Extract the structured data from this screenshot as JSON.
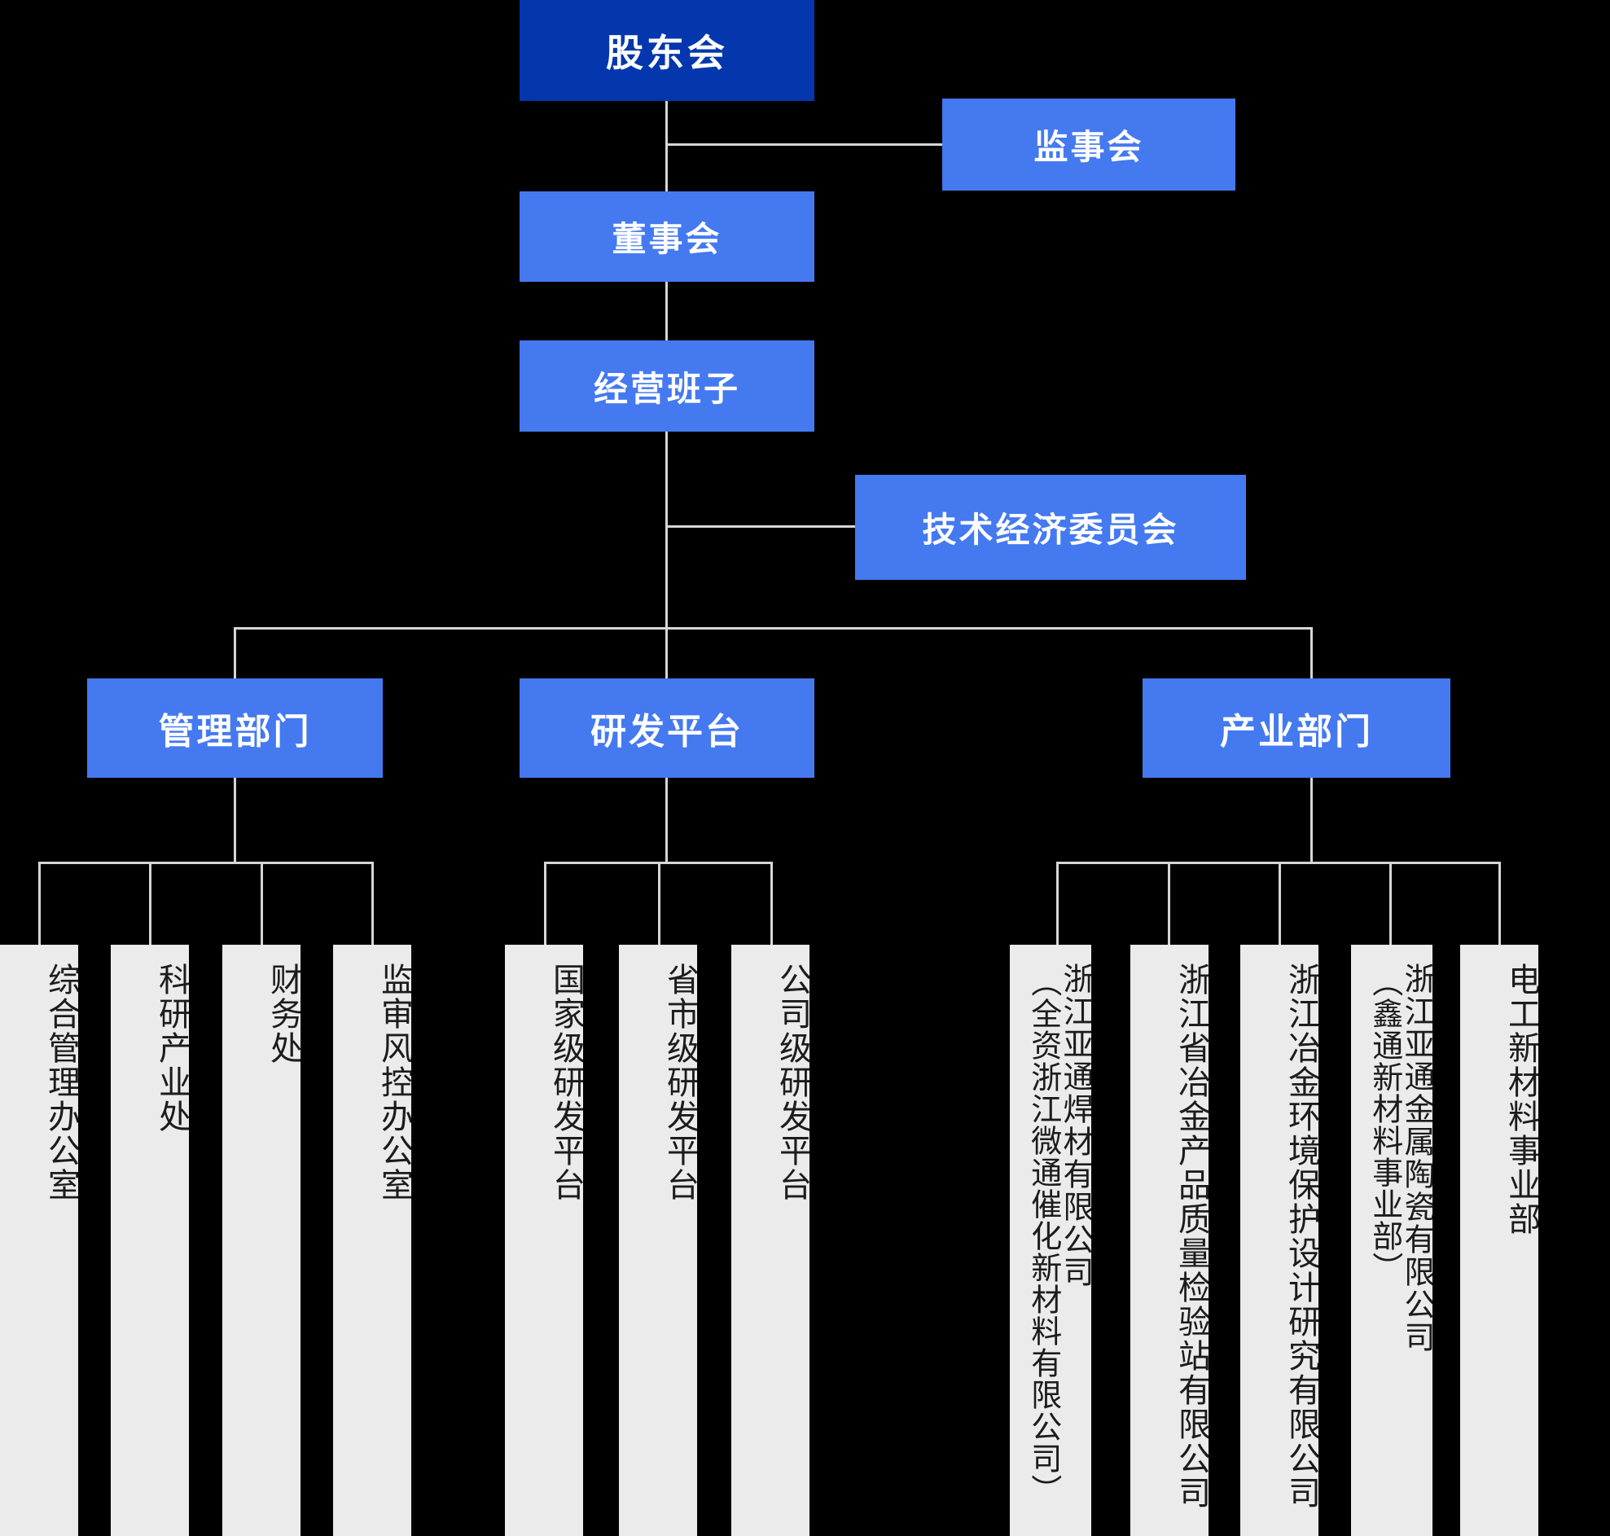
{
  "chart": {
    "title": "组织架构图",
    "colors": {
      "background": "#000000",
      "root_box": "#0437ad",
      "branch_box": "#4479f0",
      "leaf_box": "#ebebeb",
      "connector": "#d6d6d6",
      "branch_text": "#ffffff",
      "leaf_text": "#1c1c1c"
    },
    "levels": {
      "root": {
        "label": "股东会"
      },
      "supervisory": {
        "label": "监事会"
      },
      "board": {
        "label": "董事会"
      },
      "management": {
        "label": "经营班子"
      },
      "committee": {
        "label": "技术经济委员会"
      }
    },
    "departments": [
      {
        "key": "admin",
        "label": "管理部门"
      },
      {
        "key": "rnd",
        "label": "研发平台"
      },
      {
        "key": "industry",
        "label": "产业部门"
      }
    ],
    "admin_children": [
      {
        "main": "综合管理办公室",
        "sub": ""
      },
      {
        "main": "科研产业处",
        "sub": ""
      },
      {
        "main": "财务处",
        "sub": ""
      },
      {
        "main": "监审风控办公室",
        "sub": ""
      }
    ],
    "rnd_children": [
      {
        "main": "国家级研发平台",
        "sub": ""
      },
      {
        "main": "省市级研发平台",
        "sub": ""
      },
      {
        "main": "公司级研发平台",
        "sub": ""
      }
    ],
    "industry_children": [
      {
        "main": "浙江亚通焊材有限公司",
        "sub": "（全资浙江微通催化新材料有限公司）"
      },
      {
        "main": "浙江省冶金产品质量检验站有限公司",
        "sub": ""
      },
      {
        "main": "浙江冶金环境保护设计研究有限公司",
        "sub": ""
      },
      {
        "main": "浙江亚通金属陶瓷有限公司",
        "sub": "（鑫通新材料事业部）"
      },
      {
        "main": "电工新材料事业部",
        "sub": ""
      }
    ]
  }
}
